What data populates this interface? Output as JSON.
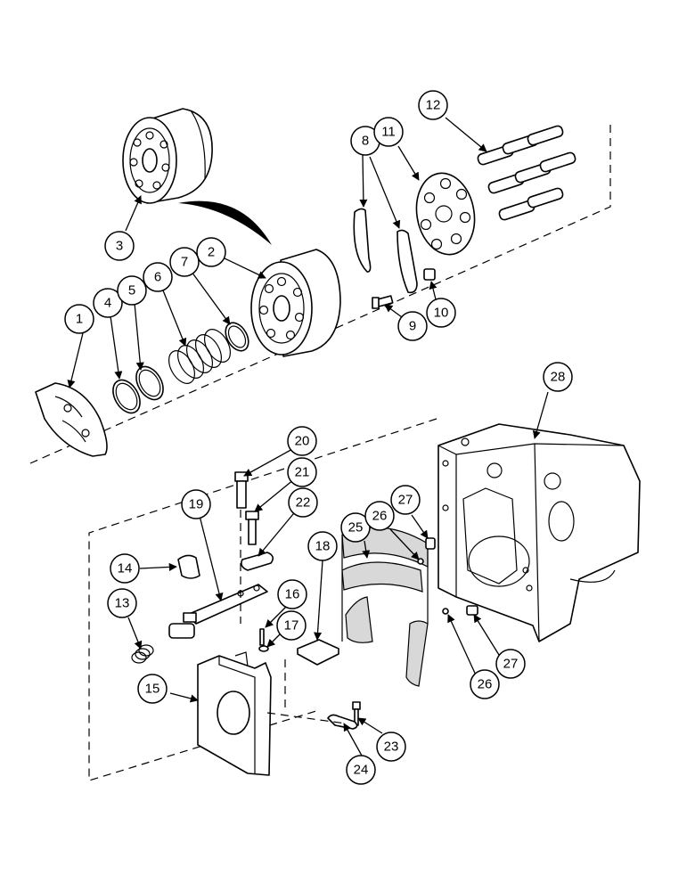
{
  "callouts": [
    {
      "label": "1"
    },
    {
      "label": "2"
    },
    {
      "label": "3"
    },
    {
      "label": "4"
    },
    {
      "label": "5"
    },
    {
      "label": "6"
    },
    {
      "label": "7"
    },
    {
      "label": "8"
    },
    {
      "label": "9"
    },
    {
      "label": "10"
    },
    {
      "label": "11"
    },
    {
      "label": "12"
    },
    {
      "label": "13"
    },
    {
      "label": "14"
    },
    {
      "label": "15"
    },
    {
      "label": "16"
    },
    {
      "label": "17"
    },
    {
      "label": "18"
    },
    {
      "label": "19"
    },
    {
      "label": "20"
    },
    {
      "label": "21"
    },
    {
      "label": "22"
    },
    {
      "label": "23"
    },
    {
      "label": "24"
    },
    {
      "label": "25"
    },
    {
      "label": "26"
    },
    {
      "label": "26"
    },
    {
      "label": "27"
    },
    {
      "label": "27"
    },
    {
      "label": "28"
    }
  ]
}
